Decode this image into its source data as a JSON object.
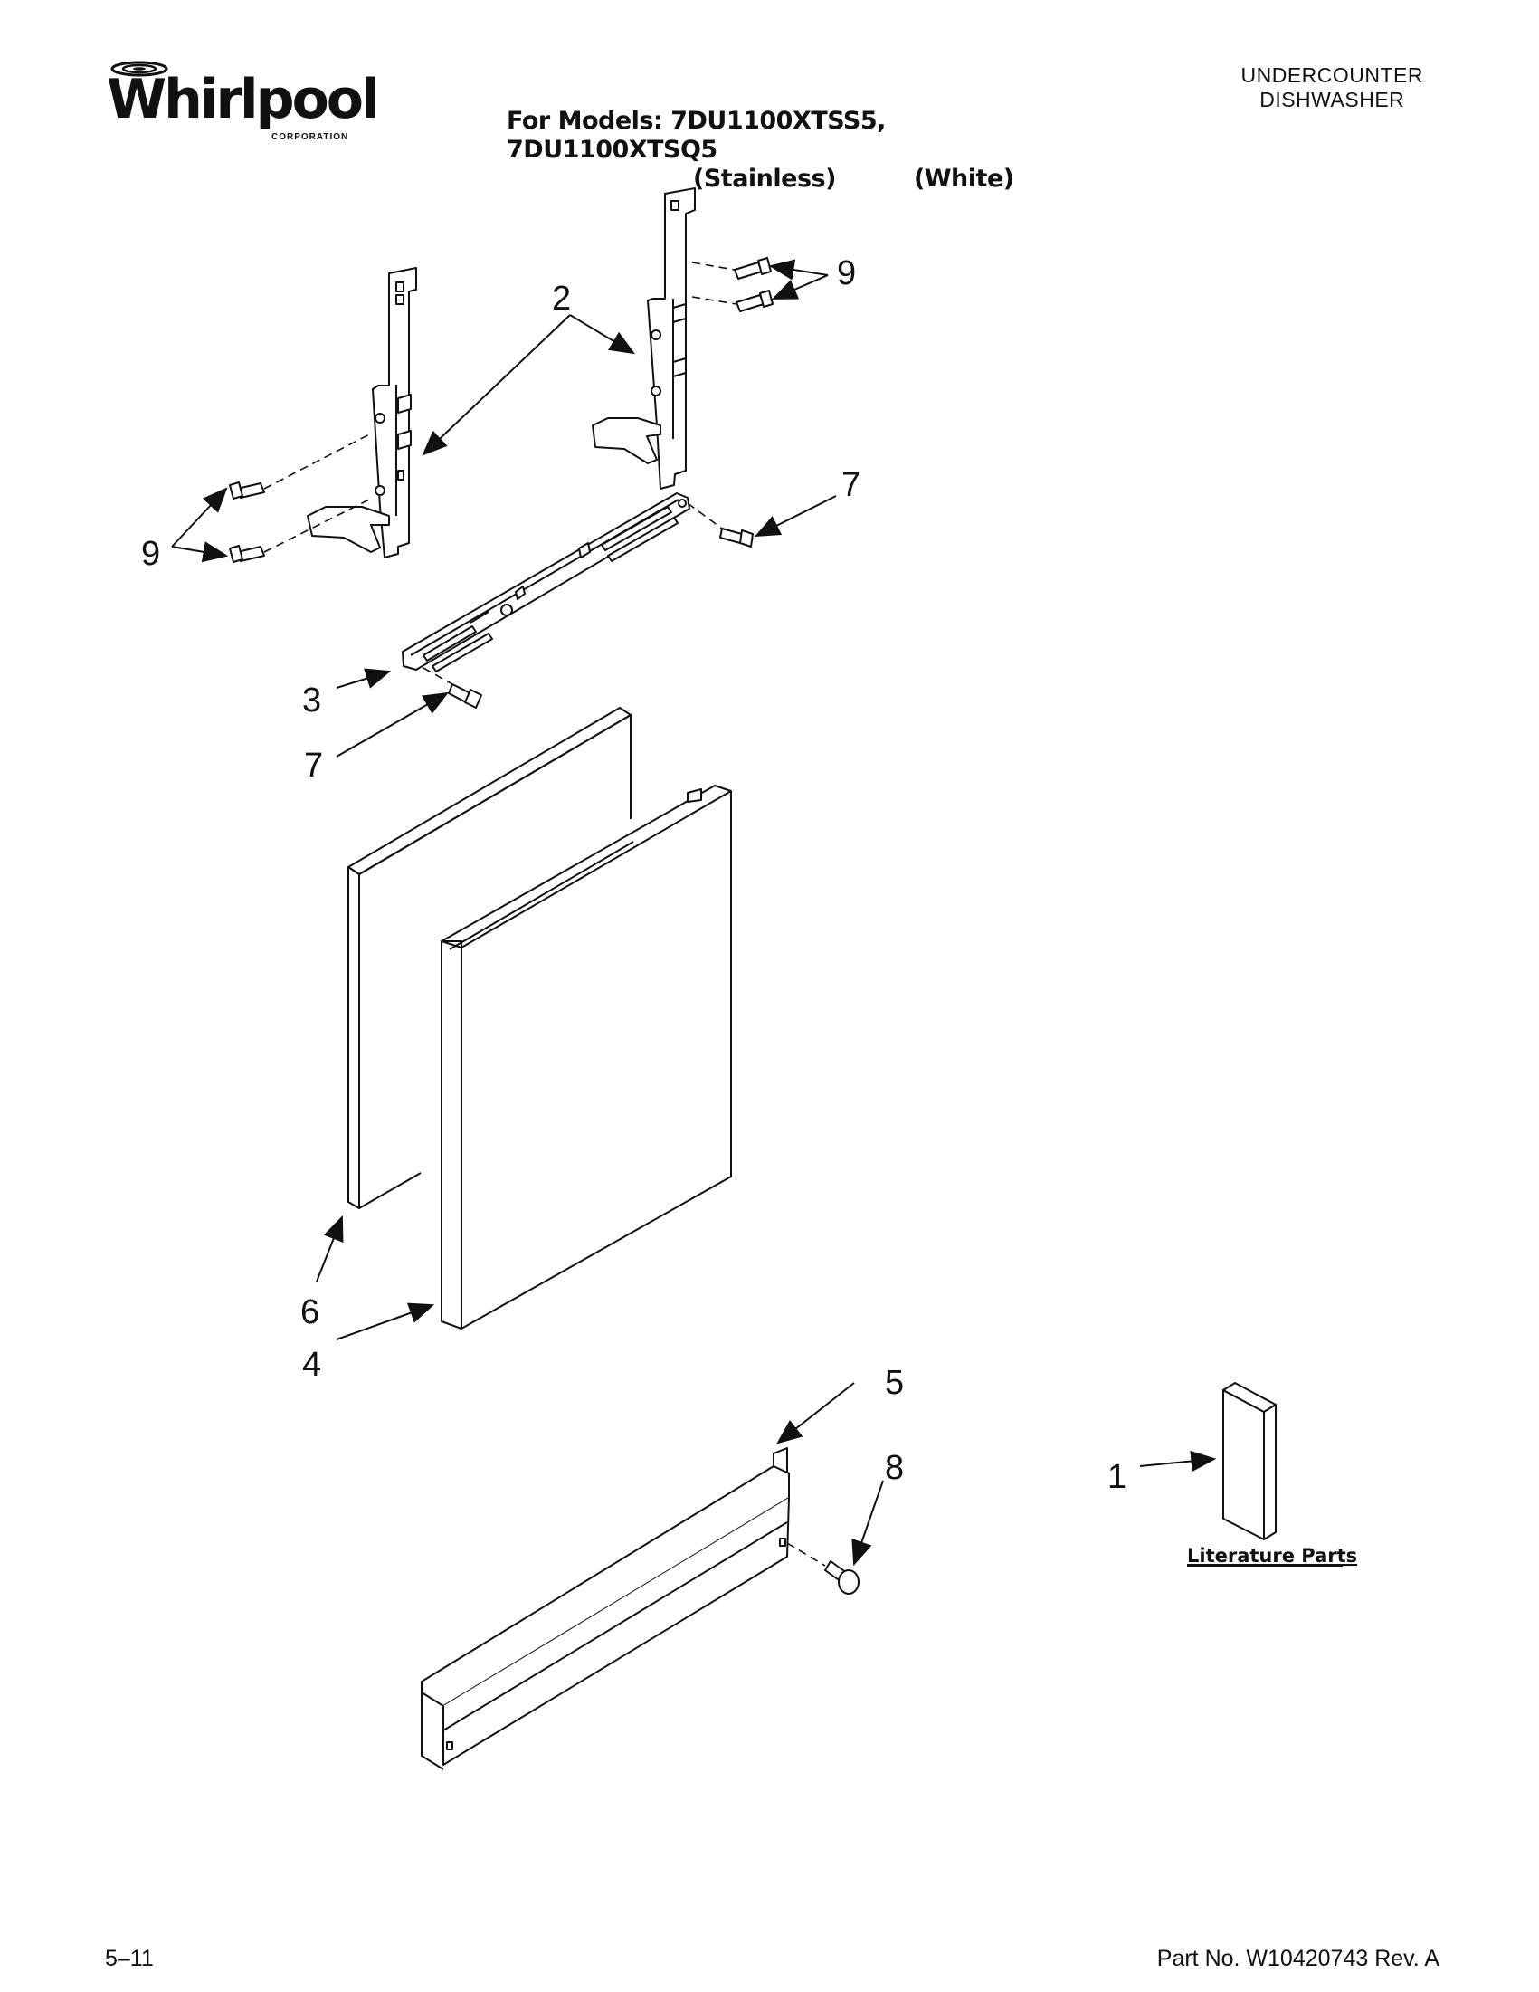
{
  "header": {
    "brand": "Whirlpool",
    "brand_sub": "CORPORATION",
    "title_line1": "For Models: 7DU1100XTSS5, 7DU1100XTSQ5",
    "title_stainless": "(Stainless)",
    "title_white": "(White)",
    "category_line1": "UNDERCOUNTER",
    "category_line2": "DISHWASHER"
  },
  "callouts": {
    "c1": "1",
    "c2": "2",
    "c3": "3",
    "c4": "4",
    "c5": "5",
    "c6": "6",
    "c7a": "7",
    "c7b": "7",
    "c8": "8",
    "c9a": "9",
    "c9b": "9"
  },
  "literature_label": "Literature Parts",
  "footer": {
    "date": "5–11",
    "part_no": "Part No. W10420743 Rev. A"
  },
  "colors": {
    "ink": "#111111",
    "paper": "#ffffff"
  }
}
